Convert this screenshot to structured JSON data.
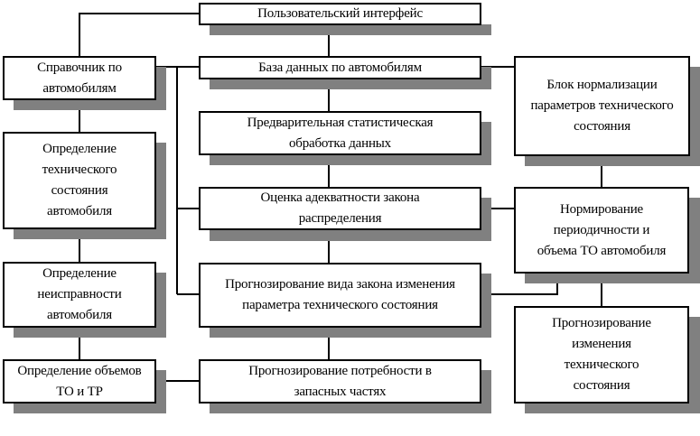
{
  "diagram": {
    "nodes": {
      "user_interface": "Пользовательский интерфейс",
      "car_reference": "Справочник по автомобилям",
      "car_database": "База данных по автомобилям",
      "normalization_block": "Блок нормализации параметров технического состояния",
      "preliminary_processing": "Предварительная статистическая обработка данных",
      "tech_state_determination": "Определение технического состояния автомобиля",
      "distribution_adequacy": "Оценка адекватности закона распределения",
      "maintenance_norming": "Нормирование периодичности и объема ТО автомобиля",
      "fault_determination": "Определение неисправности автомобиля",
      "law_forecasting": "Прогнозирование вида закона изменения параметра технического состояния",
      "state_change_forecasting": "Прогнозирование изменения технического состояния",
      "volume_determination": "Определение объемов ТО и ТР",
      "parts_forecasting": "Прогнозирование потребности в запасных частях"
    },
    "colors": {
      "line": "#000000",
      "shadow": "#808080",
      "box": "#ffffff"
    }
  }
}
